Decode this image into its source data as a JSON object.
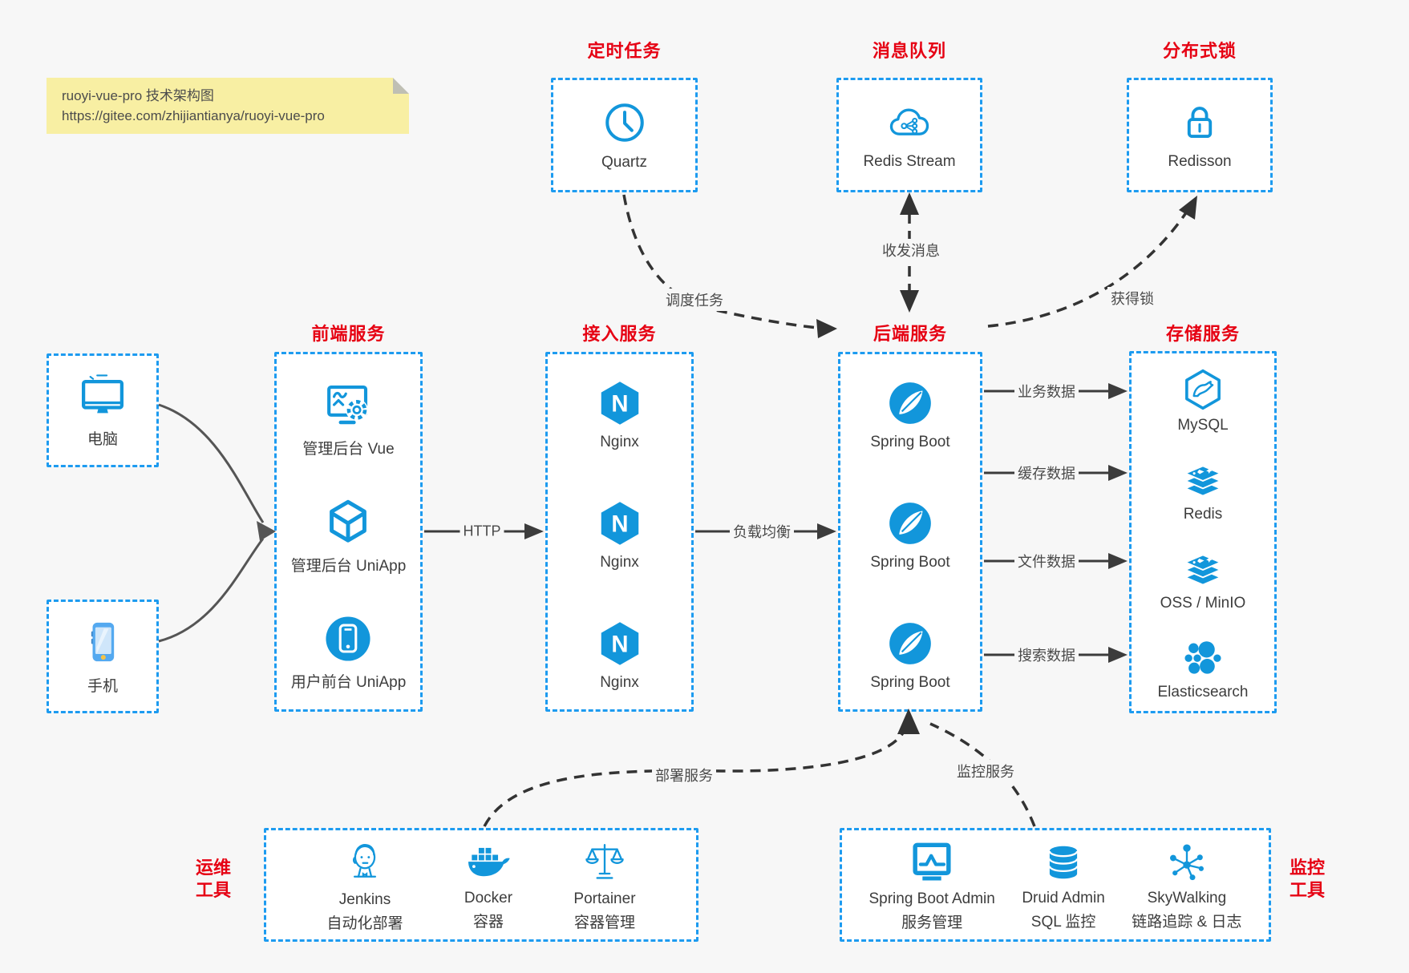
{
  "note": {
    "line1": "ruoyi-vue-pro 技术架构图",
    "line2": "https://gitee.com/zhijiantianya/ruoyi-vue-pro"
  },
  "groups": {
    "scheduler": {
      "title": "定时任务",
      "items": [
        {
          "label": "Quartz",
          "icon": "clock-icon"
        }
      ]
    },
    "mq": {
      "title": "消息队列",
      "items": [
        {
          "label": "Redis Stream",
          "icon": "cloud-stream-icon"
        }
      ]
    },
    "lock": {
      "title": "分布式锁",
      "items": [
        {
          "label": "Redisson",
          "icon": "padlock-icon"
        }
      ]
    },
    "clients": {
      "items": [
        {
          "label": "电脑",
          "icon": "desktop-icon"
        },
        {
          "label": "手机",
          "icon": "smartphone-icon"
        }
      ]
    },
    "frontend": {
      "title": "前端服务",
      "items": [
        {
          "label": "管理后台 Vue",
          "icon": "admin-vue-icon"
        },
        {
          "label": "管理后台 UniApp",
          "icon": "uniapp-cube-icon"
        },
        {
          "label": "用户前台 UniApp",
          "icon": "user-app-icon"
        }
      ]
    },
    "access": {
      "title": "接入服务",
      "items": [
        {
          "label": "Nginx",
          "icon": "nginx-icon"
        },
        {
          "label": "Nginx",
          "icon": "nginx-icon"
        },
        {
          "label": "Nginx",
          "icon": "nginx-icon"
        }
      ]
    },
    "backend": {
      "title": "后端服务",
      "items": [
        {
          "label": "Spring Boot",
          "icon": "spring-icon"
        },
        {
          "label": "Spring Boot",
          "icon": "spring-icon"
        },
        {
          "label": "Spring Boot",
          "icon": "spring-icon"
        }
      ]
    },
    "storage": {
      "title": "存储服务",
      "items": [
        {
          "label": "MySQL",
          "icon": "mysql-icon"
        },
        {
          "label": "Redis",
          "icon": "redis-stack-icon"
        },
        {
          "label": "OSS / MinIO",
          "icon": "oss-stack-icon"
        },
        {
          "label": "Elasticsearch",
          "icon": "elasticsearch-icon"
        }
      ]
    },
    "ops": {
      "title_lines": [
        "运维",
        "工具"
      ],
      "items": [
        {
          "name": "Jenkins",
          "desc": "自动化部署",
          "icon": "jenkins-icon"
        },
        {
          "name": "Docker",
          "desc": "容器",
          "icon": "docker-whale-icon"
        },
        {
          "name": "Portainer",
          "desc": "容器管理",
          "icon": "scales-icon"
        }
      ]
    },
    "monitoring": {
      "title_lines": [
        "监控",
        "工具"
      ],
      "items": [
        {
          "name": "Spring Boot Admin",
          "desc": "服务管理",
          "icon": "monitor-chart-icon"
        },
        {
          "name": "Druid Admin",
          "desc": "SQL 监控",
          "icon": "database-icon"
        },
        {
          "name": "SkyWalking",
          "desc": "链路追踪 & 日志",
          "icon": "topology-icon"
        }
      ]
    }
  },
  "edges": {
    "http": "HTTP",
    "load_balance": "负载均衡",
    "schedule": "调度任务",
    "message": "收发消息",
    "lock": "获得锁",
    "business": "业务数据",
    "cache": "缓存数据",
    "file": "文件数据",
    "search": "搜索数据",
    "deploy": "部署服务",
    "monitoring": "监控服务"
  },
  "colors": {
    "background": "#f7f7f7",
    "box_border_blue": "#1d9bf0",
    "icon_blue": "#1296db",
    "title_red": "#e60113",
    "arrow_dark": "#3c3c3c",
    "label_gray": "#4a4a4a",
    "note_bg": "#f8efa3"
  }
}
